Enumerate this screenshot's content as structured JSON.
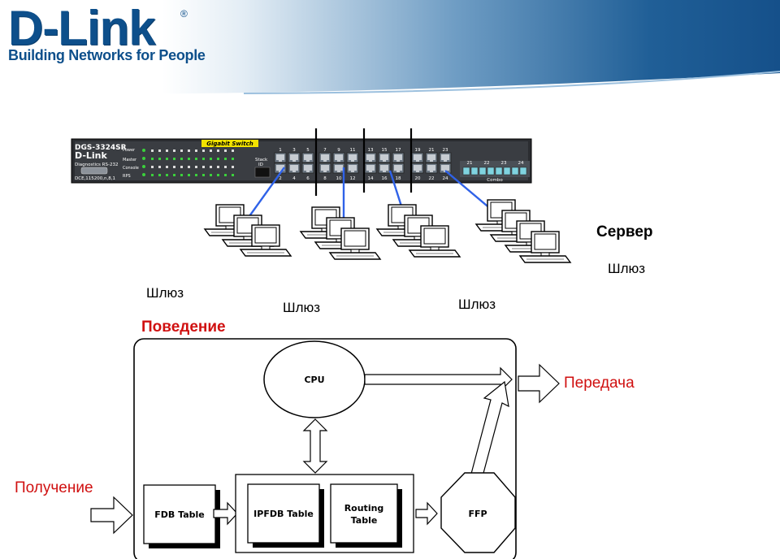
{
  "header": {
    "logo_title": "D-Link",
    "logo_reg": "®",
    "logo_tagline": "Building Networks for People"
  },
  "switch_panel": {
    "model": "DGS-3324SR",
    "brand": "D-Link",
    "diag": "Diagnostics RS-232",
    "serial": "DCE,115200,n,8,1",
    "leds": [
      "Power",
      "Master",
      "Console",
      "RPS"
    ],
    "badge": "Gigabit Switch",
    "stack_label": "Stack",
    "stack_id": "ID",
    "combo_label": "Combo",
    "port_numbers_top": [
      "1",
      "3",
      "5",
      "7",
      "9",
      "11",
      "13",
      "15",
      "17",
      "19",
      "21",
      "23"
    ],
    "port_numbers_bottom": [
      "2",
      "4",
      "6",
      "8",
      "10",
      "12",
      "14",
      "16",
      "18",
      "20",
      "22",
      "24"
    ],
    "combo_numbers": [
      "21",
      "22",
      "23",
      "24"
    ]
  },
  "labels": {
    "server": "Сервер",
    "gateway_1": "Шлюз",
    "gateway_2": "Шлюз",
    "gateway_3": "Шлюз",
    "gateway_4": "Шлюз",
    "behaviour": "Поведение",
    "transmit": "Передача",
    "receive": "Получение"
  },
  "flow_diagram": {
    "cpu": "CPU",
    "fdb_table": "FDB Table",
    "ipfdb_table": "IPFDB Table",
    "routing_table_line1": "Routing",
    "routing_table_line2": "Table",
    "ffp": "FFP"
  },
  "colors": {
    "brand_blue": "#0d4f8b",
    "link_blue": "#2f62e8",
    "accent_red": "#d01010",
    "badge_yellow": "#f2e300"
  }
}
